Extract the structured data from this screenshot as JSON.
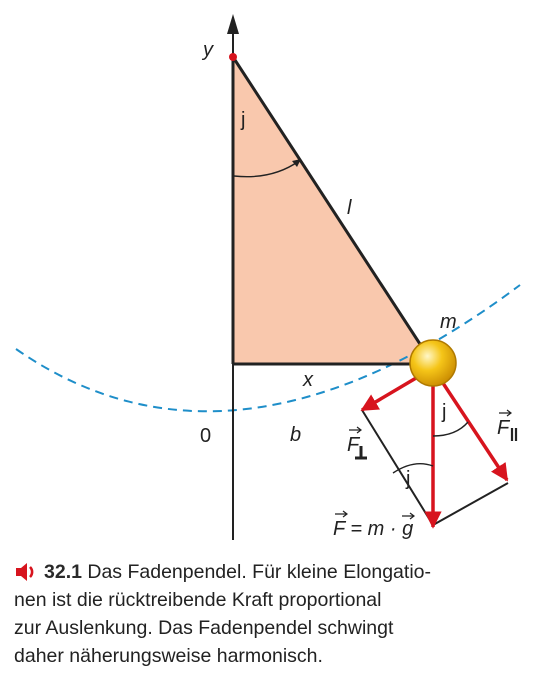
{
  "figure": {
    "labels": {
      "y_axis": "y",
      "angle_top": "j",
      "length": "l",
      "mass": "m",
      "x_disp": "x",
      "origin": "0",
      "arc": "b",
      "angle_mid": "j",
      "angle_low": "j",
      "f_perp": "F",
      "f_par": "F",
      "f_total": "F = m · g"
    },
    "colors": {
      "triangle_fill": "#f9c8ad",
      "force": "#d7141e",
      "arc": "#1e8ec9",
      "bob": "#f5c518",
      "pivot": "#d7141e"
    }
  },
  "caption": {
    "icon": "speaker-link-icon",
    "number": "32.1",
    "lines": [
      "Das Fadenpendel. Für kleine Elongatio-",
      "nen ist die rücktreibende Kraft proportional",
      "zur Auslenkung. Das Fadenpendel schwingt",
      "daher näherungsweise harmonisch."
    ]
  }
}
